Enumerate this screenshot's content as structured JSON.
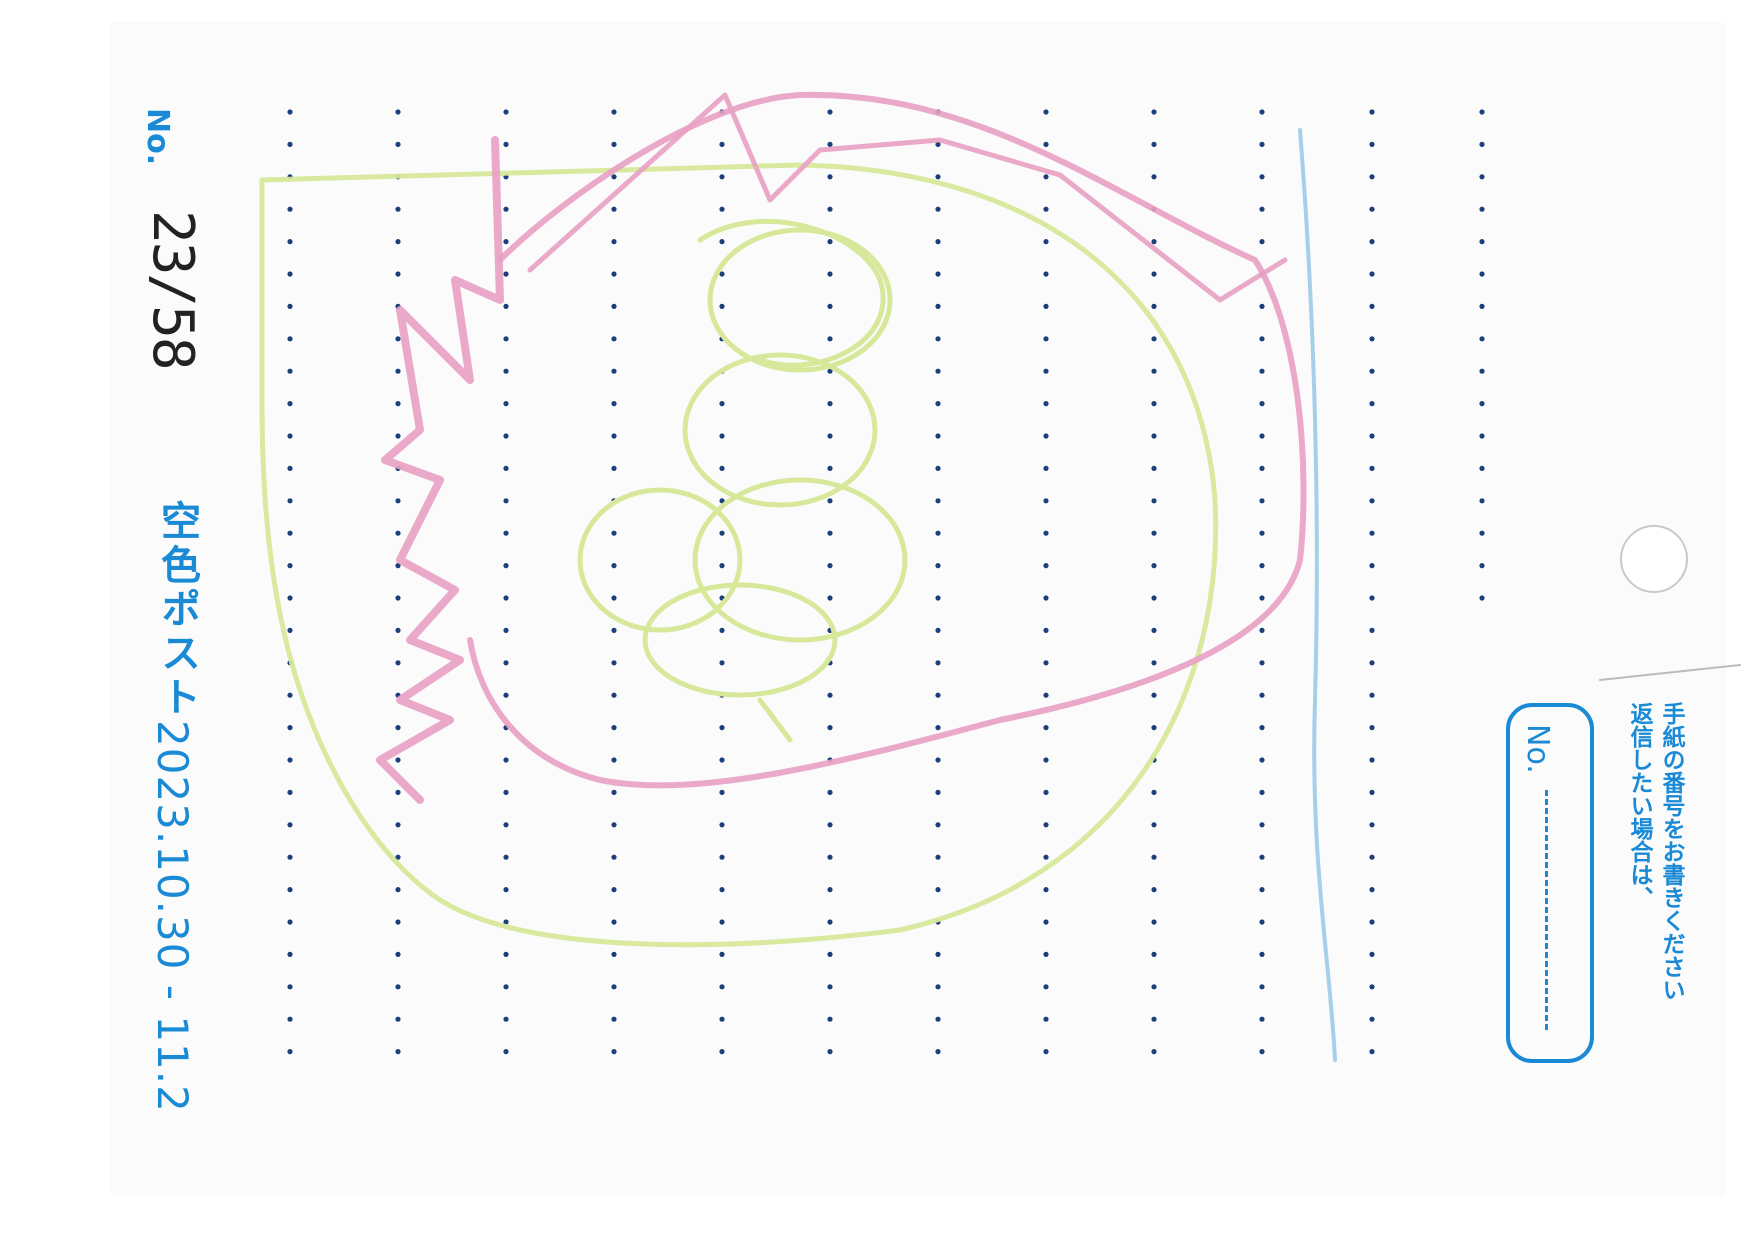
{
  "card": {
    "no_label": "No.",
    "handwritten_no": "23/58",
    "brand": "空色ポスト",
    "period": "2023.10.30 - 11.2"
  },
  "reply": {
    "instruction_line1": "返信したい場合は、",
    "instruction_line2": "手紙の番号をお書きください",
    "no_label": "No."
  },
  "colors": {
    "print_blue": "#1a8ad6",
    "dot_navy": "#1b3f7a",
    "crayon_pink": "#e8a0c3",
    "crayon_green": "#d7e89a",
    "crayon_blue": "#9ccbe8",
    "ink": "#222222"
  }
}
